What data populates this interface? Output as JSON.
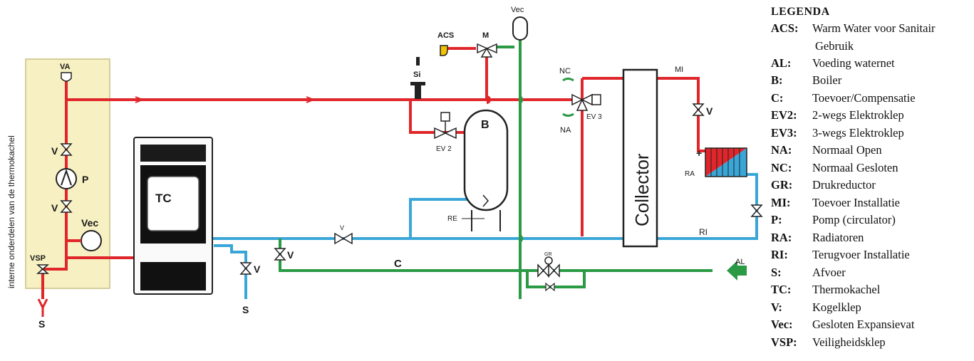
{
  "labels": {
    "side_text": "interne onderdelen van de thermokachel",
    "va": "VA",
    "v": "V",
    "p": "P",
    "vec": "Vec",
    "vsp": "VSP",
    "s": "S",
    "tc": "TC",
    "si": "Si",
    "acs": "ACS",
    "m": "M",
    "b": "B",
    "ev2": "EV 2",
    "re": "RE",
    "nc": "NC",
    "na": "NA",
    "ev3": "EV 3",
    "collector": "Collector",
    "mi": "MI",
    "ra": "RA",
    "plus": "+",
    "ri": "RI",
    "c": "C",
    "gr": "GR",
    "al": "AL"
  },
  "legend": {
    "title": "LEGENDA",
    "items": [
      {
        "abbr": "ACS:",
        "desc": "Warm Water voor Sanitair",
        "desc2": "Gebruik"
      },
      {
        "abbr": "AL:",
        "desc": "Voeding waternet"
      },
      {
        "abbr": "B:",
        "desc": "Boiler"
      },
      {
        "abbr": "C:",
        "desc": "Toevoer/Compensatie"
      },
      {
        "abbr": "EV2:",
        "desc": "2-wegs Elektroklep"
      },
      {
        "abbr": "EV3:",
        "desc": "3-wegs Elektroklep"
      },
      {
        "abbr": "NA:",
        "desc": "Normaal Open"
      },
      {
        "abbr": "NC:",
        "desc": "Normaal Gesloten"
      },
      {
        "abbr": "GR:",
        "desc": "Drukreductor"
      },
      {
        "abbr": "MI:",
        "desc": "Toevoer Installatie"
      },
      {
        "abbr": "P:",
        "desc": "Pomp (circulator)"
      },
      {
        "abbr": "RA:",
        "desc": "Radiatoren"
      },
      {
        "abbr": "RI:",
        "desc": "Terugvoer Installatie"
      },
      {
        "abbr": "S:",
        "desc": "Afvoer"
      },
      {
        "abbr": "TC:",
        "desc": "Thermokachel"
      },
      {
        "abbr": "V:",
        "desc": "Kogelklep"
      },
      {
        "abbr": "Vec:",
        "desc": "Gesloten Expansievat"
      },
      {
        "abbr": "VSP:",
        "desc": "Veiligheidsklep"
      }
    ]
  },
  "colors": {
    "hot": "#e0262b",
    "return": "#3aa6d8",
    "supply": "#2a9a44",
    "panel": "#f6f0c2"
  }
}
